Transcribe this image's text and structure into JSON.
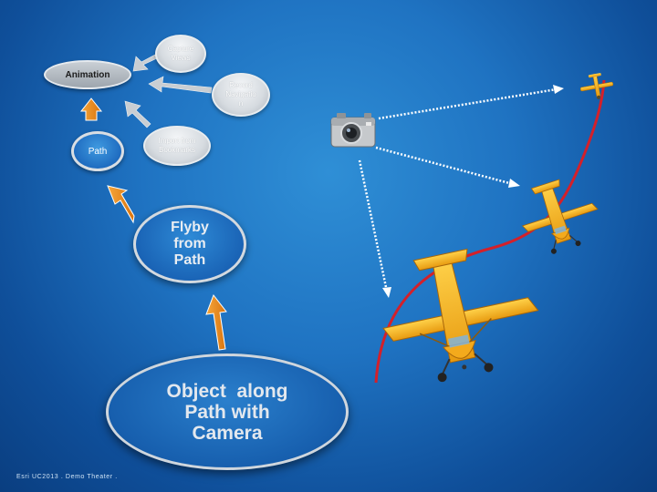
{
  "nodes": {
    "capture_views": [
      "Capture",
      "Views"
    ],
    "animation": "Animation",
    "record_navigation": [
      "Record",
      "Navigatio",
      "n"
    ],
    "path": "Path",
    "import_bookmarks": [
      "Import from",
      "Bookmarks"
    ],
    "flyby": [
      "Flyby",
      "from",
      "Path"
    ],
    "object_along_path": [
      "Object  along",
      "Path with",
      "Camera"
    ]
  },
  "footer": "Esri UC2013 . Demo Theater .",
  "colors": {
    "background": "#1f73c2",
    "arrow_orange": "#f08a1c",
    "arrow_grey": "#c9ced3",
    "flight_path": "#d4202a",
    "plane_yellow": "#f7b21a"
  },
  "icons": [
    "camera-icon",
    "airplane-icon"
  ]
}
